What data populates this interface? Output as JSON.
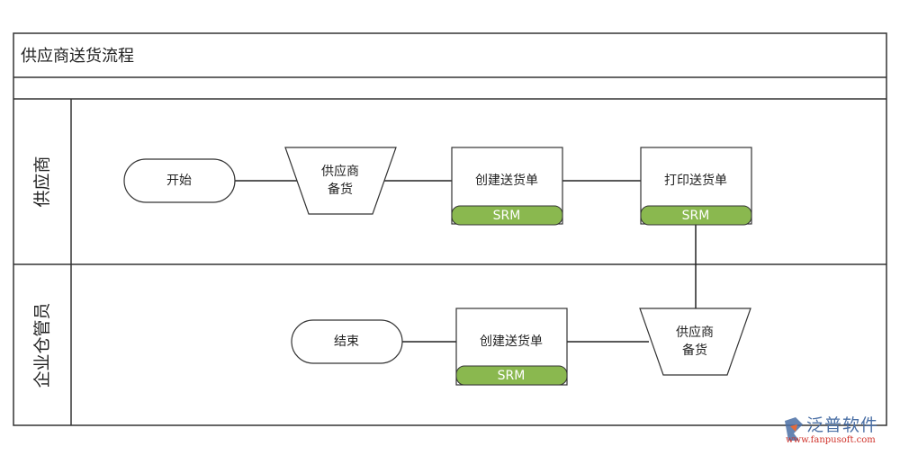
{
  "title": "供应商送货流程",
  "lanes": [
    "供应商",
    "企业仓管员"
  ],
  "nodes": {
    "start": "开始",
    "end": "结束",
    "prep1_line1": "供应商",
    "prep1_line2": "备货",
    "prep2_line1": "供应商",
    "prep2_line2": "备货",
    "create1": "创建送货单",
    "create2": "创建送货单",
    "print": "打印送货单",
    "system_tag": "SRM"
  },
  "colors": {
    "system_tag_fill": "#8ab84f",
    "border": "#333333"
  },
  "watermark": {
    "brand": "泛普软件",
    "url": "www.fanpusoft.com"
  }
}
